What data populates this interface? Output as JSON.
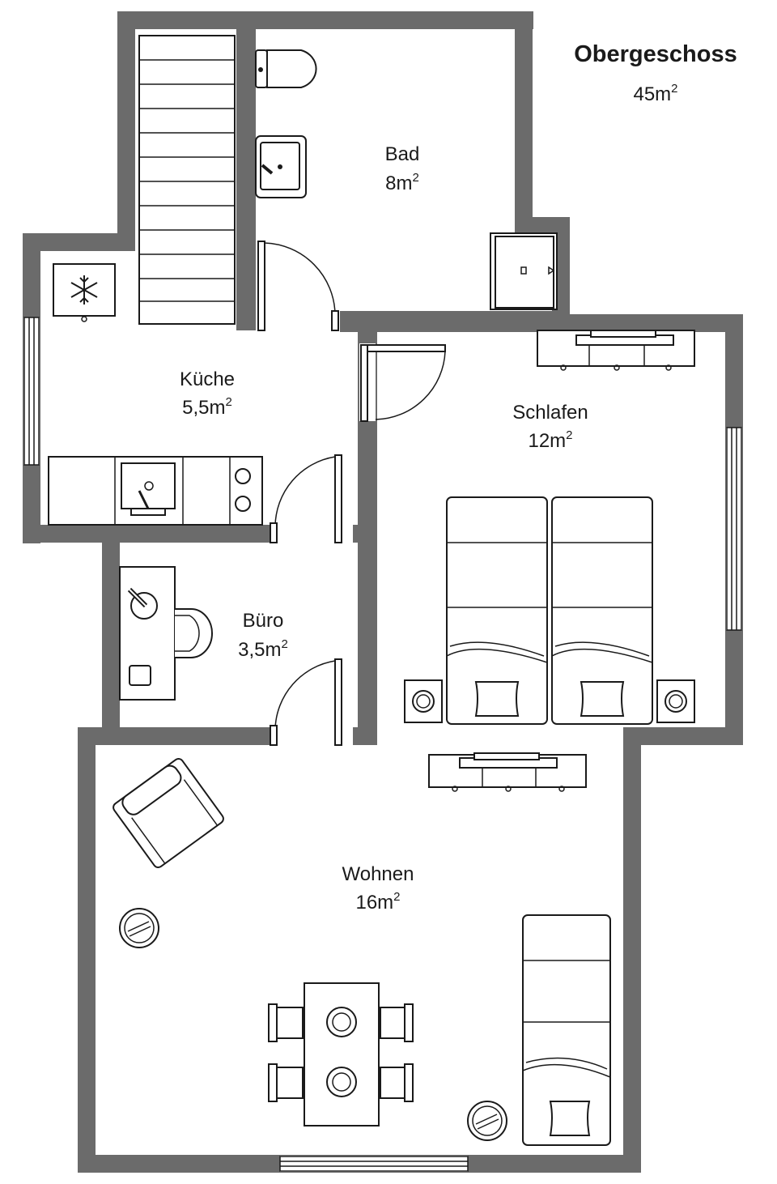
{
  "header": {
    "title": "Obergeschoss",
    "area_value": "45m",
    "area_exp": "2"
  },
  "rooms": {
    "bad": {
      "name": "Bad",
      "area_value": "8m",
      "area_exp": "2"
    },
    "kueche": {
      "name": "Küche",
      "area_value": "5,5m",
      "area_exp": "2"
    },
    "schlafen": {
      "name": "Schlafen",
      "area_value": "12m",
      "area_exp": "2"
    },
    "buero": {
      "name": "Büro",
      "area_value": "3,5m",
      "area_exp": "2"
    },
    "wohnen": {
      "name": "Wohnen",
      "area_value": "16m",
      "area_exp": "2"
    }
  },
  "colors": {
    "wall": "#6b6b6b",
    "line": "#1a1a1a",
    "floor": "#ffffff"
  },
  "icons": [
    "snowflake-icon",
    "stairs",
    "toilet",
    "sink",
    "stove",
    "bed",
    "armchair",
    "sofa",
    "dining-table",
    "lamp",
    "tv-stand",
    "shower"
  ]
}
